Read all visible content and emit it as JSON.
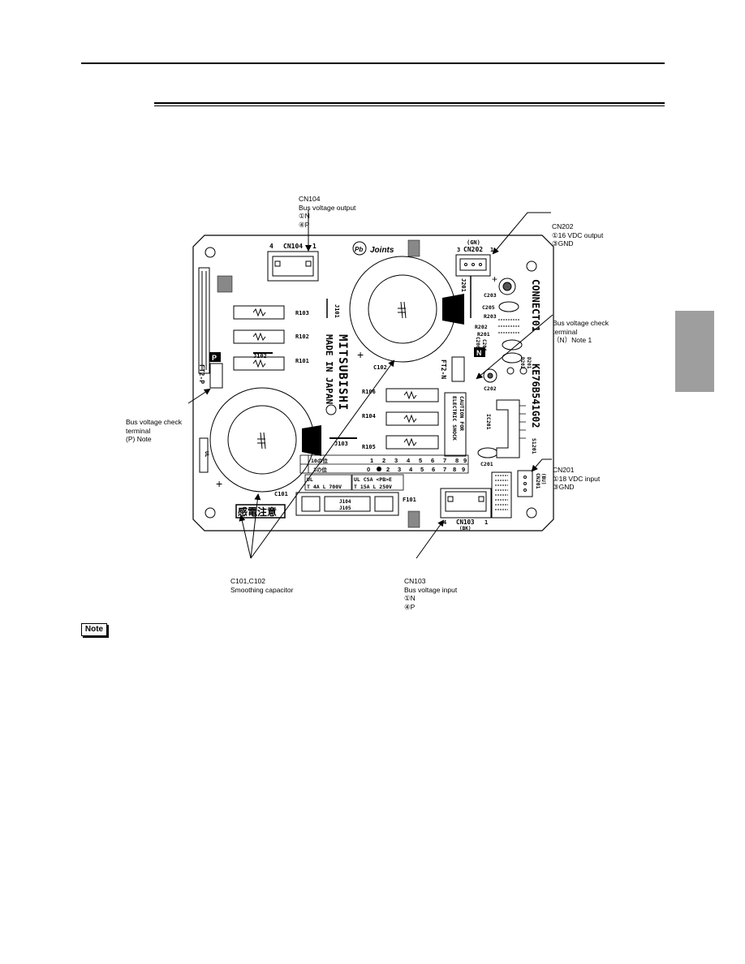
{
  "callouts": {
    "cn104": [
      "CN104",
      "Bus voltage output",
      "①N",
      "④P"
    ],
    "cn202": [
      "CN202",
      "①16 VDC output",
      "③GND"
    ],
    "n_terminal": [
      "Bus voltage check",
      "terminal",
      "（N）Note 1"
    ],
    "p_terminal": [
      "Bus voltage check",
      "terminal",
      "(P) Note"
    ],
    "cn201": [
      "CN201",
      "①18 VDC input",
      "③GND"
    ],
    "capacitors": [
      "C101,C102",
      "Smoothing capacitor"
    ],
    "cn103": [
      "CN103",
      "Bus voltage input",
      "①N",
      "④P"
    ]
  },
  "note_label": "Note",
  "board": {
    "brand": "MITSUBISHI",
    "made_in": "MADE IN JAPAN",
    "joints": "Joints",
    "part_no": "KE76B541G02",
    "connect": "CONNECT01",
    "caution": [
      "CAUTION FOR",
      "ELECTRIC SHOCK"
    ],
    "warning_jp": "感電注意",
    "cn104_label": "CN104",
    "cn104_pin_left": "4",
    "cn104_pin_right": "1",
    "cn202_label": "CN202",
    "cn202_color": "(GN)",
    "cn202_pin_left": "3",
    "cn202_pin_right": "1",
    "cn103_label": "CN103",
    "cn103_color": "(BK)",
    "cn103_pin_left": "4",
    "cn103_pin_right": "1",
    "cn201_label": "CN201",
    "cn201_color": "(BU)",
    "ft2p": "FT2-P",
    "ft2n": "FT2-N",
    "p_mark": "P",
    "n_mark": "N",
    "c101": "C101",
    "c102": "C102",
    "r101": "R101",
    "r102": "R102",
    "r103": "R103",
    "r104": "R104",
    "r105": "R105",
    "r106": "R106",
    "j101": "J101",
    "j102": "J102",
    "j103": "J103",
    "j201": "J201",
    "c201": "C201",
    "c202": "C202",
    "c203": "C203",
    "c205": "C205",
    "c206": "C206",
    "c204": "C204",
    "r201": "R201",
    "r202": "R202",
    "r203": "R203",
    "d201": "D201",
    "d202": "D202",
    "ic201": "IC201",
    "s1201": "S1201",
    "f101": "F101",
    "ul_box_a": [
      "UL",
      "T 4A L 700V"
    ],
    "ul_box_b": [
      "UL CSA <PB>E",
      "T 15A L 250V"
    ],
    "fuse_codes": [
      "J104",
      "J105"
    ],
    "ul_side": "UL",
    "table_row1_head": "10の位",
    "table_row2_head": "1の位",
    "table_row1": [
      "1",
      "2",
      "3",
      "4",
      "5",
      "6",
      "7",
      "8",
      "9"
    ],
    "table_row2": [
      "0",
      "2",
      "3",
      "4",
      "5",
      "6",
      "7",
      "8",
      "9"
    ]
  }
}
